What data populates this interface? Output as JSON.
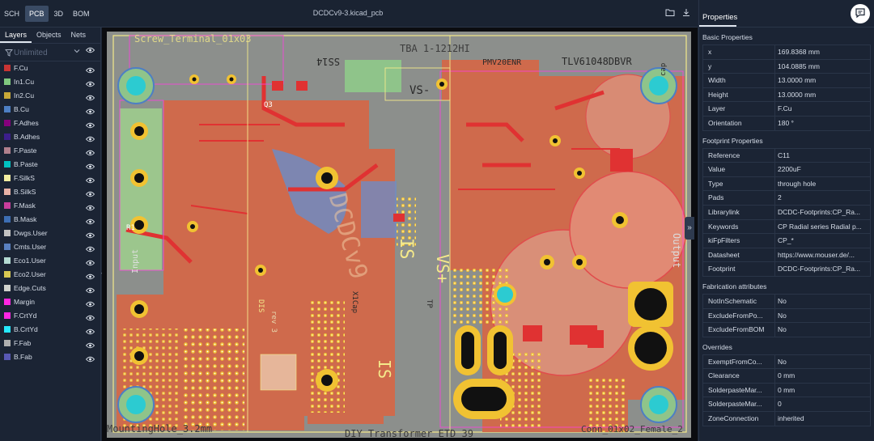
{
  "topbar": {
    "tabs": [
      {
        "label": "SCH",
        "active": false
      },
      {
        "label": "PCB",
        "active": true
      },
      {
        "label": "3D",
        "active": false
      },
      {
        "label": "BOM",
        "active": false
      }
    ],
    "filename": "DCDCv9-3.kicad_pcb",
    "icons": [
      "folder-icon",
      "download-icon"
    ]
  },
  "left": {
    "tabs": [
      {
        "label": "Layers",
        "active": true
      },
      {
        "label": "Objects",
        "active": false
      },
      {
        "label": "Nets",
        "active": false
      }
    ],
    "filter_placeholder": "Unlimited",
    "layers": [
      {
        "name": "F.Cu",
        "color": "#c83434"
      },
      {
        "name": "In1.Cu",
        "color": "#7fc87f"
      },
      {
        "name": "In2.Cu",
        "color": "#c8a838"
      },
      {
        "name": "B.Cu",
        "color": "#4d7fc4"
      },
      {
        "name": "F.Adhes",
        "color": "#84007c"
      },
      {
        "name": "B.Adhes",
        "color": "#3c1e8c"
      },
      {
        "name": "F.Paste",
        "color": "#b0808c"
      },
      {
        "name": "B.Paste",
        "color": "#00c2c2"
      },
      {
        "name": "F.SilkS",
        "color": "#f2eda1"
      },
      {
        "name": "B.SilkS",
        "color": "#e8b2a7"
      },
      {
        "name": "F.Mask",
        "color": "#c83d9c"
      },
      {
        "name": "B.Mask",
        "color": "#3d6eb4"
      },
      {
        "name": "Dwgs.User",
        "color": "#c2c2c2"
      },
      {
        "name": "Cmts.User",
        "color": "#5980c0"
      },
      {
        "name": "Eco1.User",
        "color": "#b4dbd2"
      },
      {
        "name": "Eco2.User",
        "color": "#d8c852"
      },
      {
        "name": "Edge.Cuts",
        "color": "#d0d2cd"
      },
      {
        "name": "Margin",
        "color": "#ff26e2"
      },
      {
        "name": "F.CrtYd",
        "color": "#ff26e2"
      },
      {
        "name": "B.CrtYd",
        "color": "#26e9ff"
      },
      {
        "name": "F.Fab",
        "color": "#afafaf"
      },
      {
        "name": "B.Fab",
        "color": "#5858b4"
      }
    ]
  },
  "board": {
    "silk": {
      "screw_terminal": "Screw_Terminal_01x03",
      "tba": "TBA 1-1212HI",
      "ss": "SS14",
      "tlv": "TLV61048DBVR",
      "pmv": "PMV20ENR",
      "r1": "R1",
      "q3": "Q3",
      "is_left": "IS",
      "is_bottom": "IS",
      "vs": "VS+",
      "vminus": "VS-",
      "dcdc": "DCDCv9",
      "rev": "rev 3",
      "output": "Output",
      "cap": "cap",
      "diy": "DIY Transformer ETD 39",
      "conn": "Conn_01x02_Female_2",
      "mounting": "MountingHole_3.2mm",
      "input": "Input",
      "tp": "TP",
      "xcap": "X1Cap",
      "dis": "DIS"
    }
  },
  "right": {
    "title": "Properties",
    "sections": [
      {
        "title": "Basic Properties",
        "rows": [
          {
            "key": "x",
            "value": "169.8368 mm"
          },
          {
            "key": "y",
            "value": "104.0885 mm"
          },
          {
            "key": "Width",
            "value": "13.0000 mm"
          },
          {
            "key": "Height",
            "value": "13.0000 mm"
          },
          {
            "key": "Layer",
            "value": "F.Cu"
          },
          {
            "key": "Orientation",
            "value": "180 °"
          }
        ]
      },
      {
        "title": "Footprint Properties",
        "rows": [
          {
            "key": "Reference",
            "value": "C11"
          },
          {
            "key": "Value",
            "value": "2200uF"
          },
          {
            "key": "Type",
            "value": "through hole"
          },
          {
            "key": "Pads",
            "value": "2"
          },
          {
            "key": "Librarylink",
            "value": "DCDC-Footprints:CP_Ra..."
          },
          {
            "key": "Keywords",
            "value": "CP Radial series Radial p..."
          },
          {
            "key": "kiFpFilters",
            "value": "CP_*"
          },
          {
            "key": "Datasheet",
            "value": "https://www.mouser.de/..."
          },
          {
            "key": "Footprint",
            "value": "DCDC-Footprints:CP_Ra..."
          }
        ]
      },
      {
        "title": "Fabrication attributes",
        "rows": [
          {
            "key": "NotInSchematic",
            "value": "No"
          },
          {
            "key": "ExcludeFromPo...",
            "value": "No"
          },
          {
            "key": "ExcludeFromBOM",
            "value": "No"
          }
        ]
      },
      {
        "title": "Overrides",
        "rows": [
          {
            "key": "ExemptFromCo...",
            "value": "No"
          },
          {
            "key": "Clearance",
            "value": "0 mm"
          },
          {
            "key": "SolderpasteMar...",
            "value": "0 mm"
          },
          {
            "key": "SolderpasteMar...",
            "value": "0"
          },
          {
            "key": "ZoneConnection",
            "value": "inherited"
          }
        ]
      }
    ]
  }
}
